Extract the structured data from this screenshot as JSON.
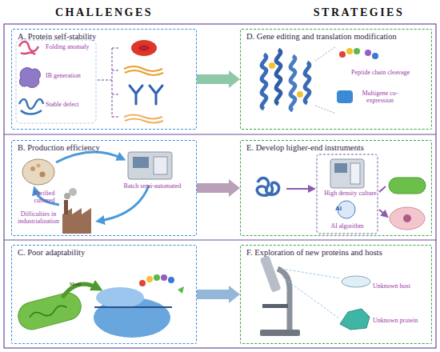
{
  "diagram": {
    "nodes": [
      {
        "text": [
          "A. Protein self-stability",
          "Folding anomaly",
          "IB generation",
          "Stable defect"
        ]
      },
      {
        "text": [
          "B. Production efficiency",
          "Purified cultured",
          "Batch semi-automated",
          "Difficulties in industrialization"
        ]
      },
      {
        "text": [
          "C. Poor adaptability",
          "Modi"
        ]
      },
      {
        "text": [
          "D. Gene editing and translation modification",
          "Peptide chain cleavage",
          "Multigene co-expression"
        ]
      },
      {
        "text": [
          "E. Develop higher-end instruments",
          "High density culture",
          "AI",
          "AI algorithm"
        ]
      },
      {
        "text": [
          "F. Exploration of new proteins and hosts",
          "Unknown host",
          "Unknown protein"
        ]
      }
    ],
    "edges": [
      {
        "from": 0,
        "to": 3,
        "arrow": "to"
      },
      {
        "from": 1,
        "to": 4,
        "arrow": "to"
      },
      {
        "from": 2,
        "to": 5,
        "arrow": "to"
      }
    ],
    "labels": [
      "CHALLENGES",
      "STRATEGIES"
    ]
  }
}
